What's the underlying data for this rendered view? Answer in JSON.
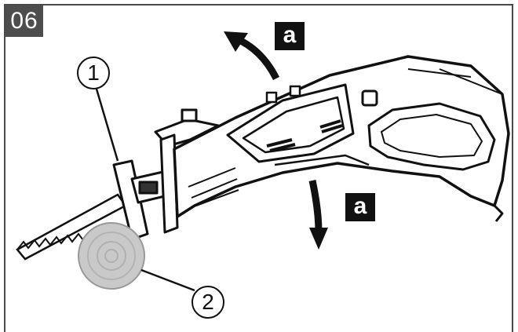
{
  "step": {
    "number": "06"
  },
  "labels": {
    "direction_up": "a",
    "direction_down": "a"
  },
  "callouts": {
    "blade": "1",
    "disc": "2"
  }
}
